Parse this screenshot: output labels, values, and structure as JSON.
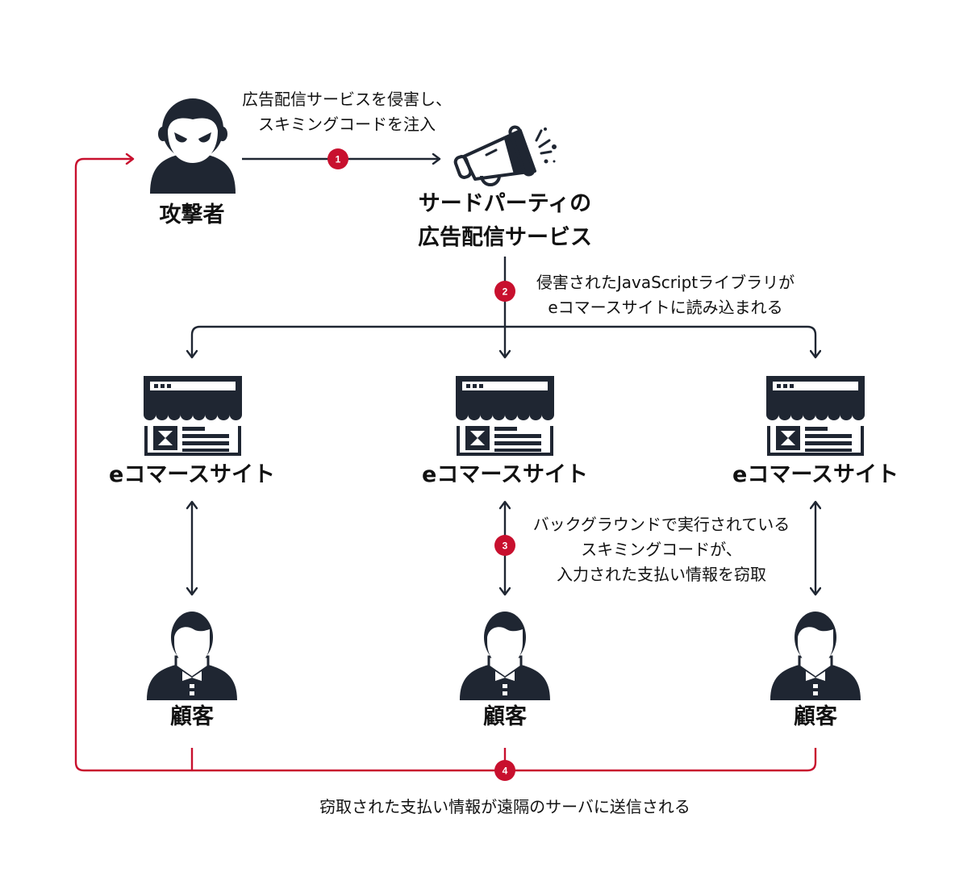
{
  "colors": {
    "ink": "#1f2632",
    "accent_red": "#c8102e",
    "background": "#ffffff"
  },
  "nodes": {
    "attacker": {
      "label": "攻撃者",
      "icon": "attacker-icon"
    },
    "ad_service": {
      "label_line1": "サードパーティの",
      "label_line2": "広告配信サービス",
      "icon": "megaphone-icon"
    },
    "ecommerce_sites": [
      {
        "label": "eコマースサイト",
        "icon": "storefront-icon"
      },
      {
        "label": "eコマースサイト",
        "icon": "storefront-icon"
      },
      {
        "label": "eコマースサイト",
        "icon": "storefront-icon"
      }
    ],
    "customers": [
      {
        "label": "顧客",
        "icon": "customer-icon"
      },
      {
        "label": "顧客",
        "icon": "customer-icon"
      },
      {
        "label": "顧客",
        "icon": "customer-icon"
      }
    ]
  },
  "steps": [
    {
      "number": "1",
      "line1": "広告配信サービスを侵害し、",
      "line2": "スキミングコードを注入"
    },
    {
      "number": "2",
      "line1": "侵害されたJavaScriptライブラリが",
      "line2": "eコマースサイトに読み込まれる"
    },
    {
      "number": "3",
      "line1": "バックグラウンドで実行されている",
      "line2": "スキミングコードが、",
      "line3": "入力された支払い情報を窃取"
    },
    {
      "number": "4",
      "line1": "窃取された支払い情報が遠隔のサーバに送信される"
    }
  ]
}
